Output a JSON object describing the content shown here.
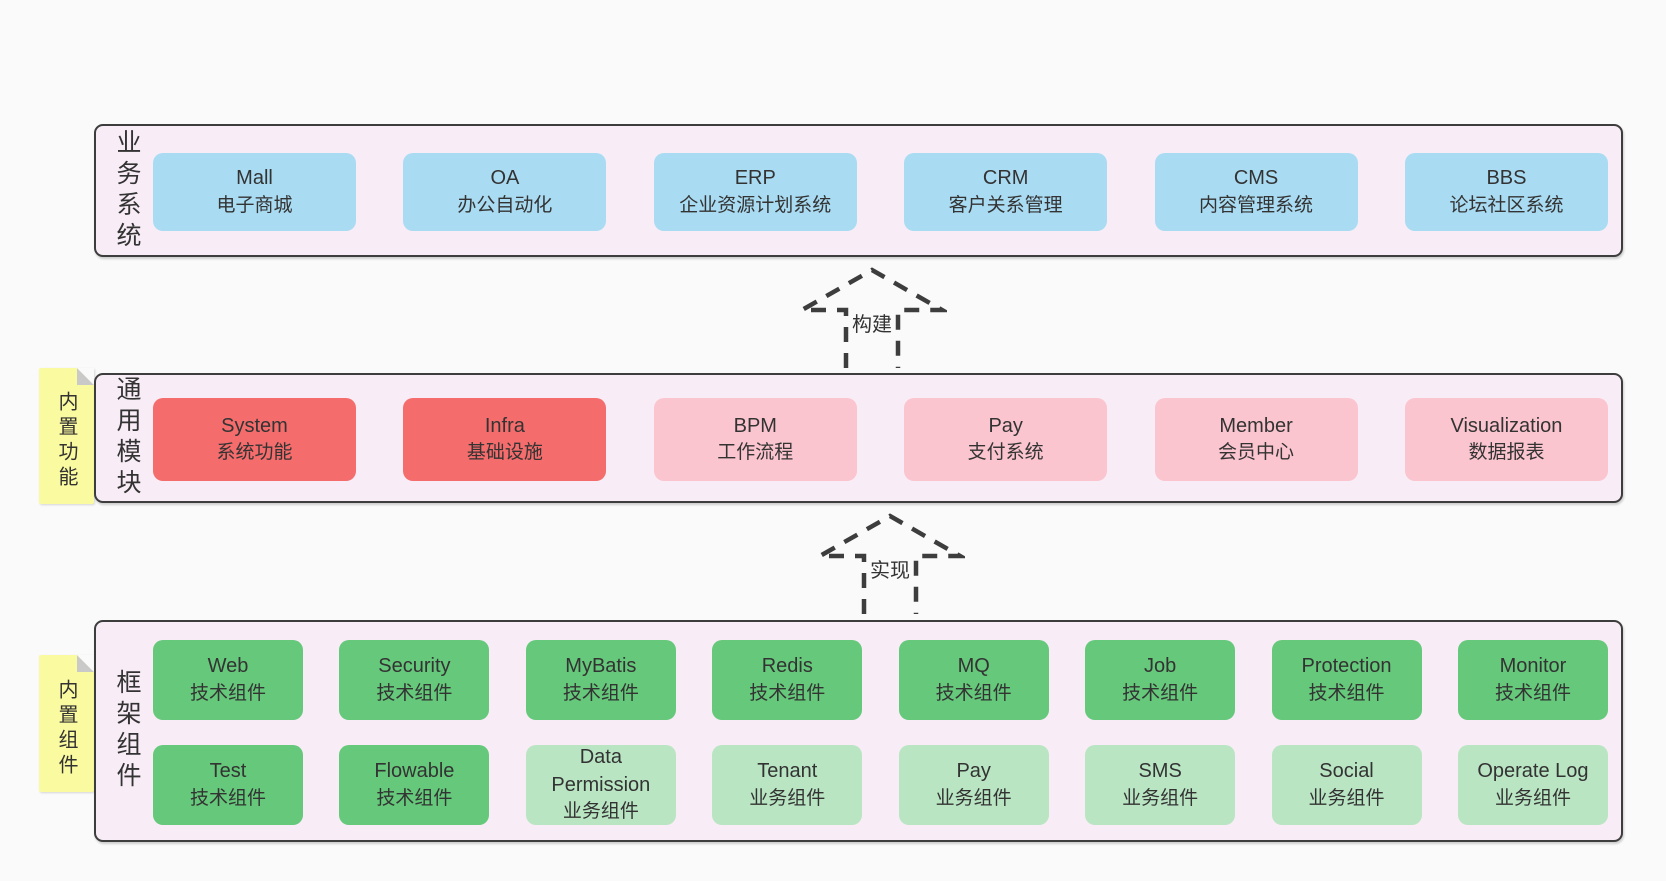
{
  "colors": {
    "page_bg": "#fafafa",
    "panel_bg": "#f8edf6",
    "panel_border": "#3d3d3d",
    "blue_box": "#a9dbf2",
    "red_box": "#f56c6c",
    "pink_box": "#fbc5cf",
    "green_box": "#65c87a",
    "light_green_box": "#b9e5c3",
    "sticky_yellow": "#fafaa0",
    "fold_gray": "#c9c9c9",
    "text": "#333333"
  },
  "stickies": [
    {
      "label": "内置功能"
    },
    {
      "label": "内置组件"
    }
  ],
  "arrows": [
    {
      "label": "构建"
    },
    {
      "label": "实现"
    }
  ],
  "sections": [
    {
      "label": "业务系统",
      "boxes": [
        {
          "title": "Mall",
          "subtitle": "电子商城",
          "variant": "blue"
        },
        {
          "title": "OA",
          "subtitle": "办公自动化",
          "variant": "blue"
        },
        {
          "title": "ERP",
          "subtitle": "企业资源计划系统",
          "variant": "blue"
        },
        {
          "title": "CRM",
          "subtitle": "客户关系管理",
          "variant": "blue"
        },
        {
          "title": "CMS",
          "subtitle": "内容管理系统",
          "variant": "blue"
        },
        {
          "title": "BBS",
          "subtitle": "论坛社区系统",
          "variant": "blue"
        }
      ]
    },
    {
      "label": "通用模块",
      "boxes": [
        {
          "title": "System",
          "subtitle": "系统功能",
          "variant": "red"
        },
        {
          "title": "Infra",
          "subtitle": "基础设施",
          "variant": "red"
        },
        {
          "title": "BPM",
          "subtitle": "工作流程",
          "variant": "pink"
        },
        {
          "title": "Pay",
          "subtitle": "支付系统",
          "variant": "pink"
        },
        {
          "title": "Member",
          "subtitle": "会员中心",
          "variant": "pink"
        },
        {
          "title": "Visualization",
          "subtitle": "数据报表",
          "variant": "pink"
        }
      ]
    },
    {
      "label": "框架组件",
      "rows": [
        [
          {
            "title": "Web",
            "subtitle": "技术组件",
            "variant": "green"
          },
          {
            "title": "Security",
            "subtitle": "技术组件",
            "variant": "green"
          },
          {
            "title": "MyBatis",
            "subtitle": "技术组件",
            "variant": "green"
          },
          {
            "title": "Redis",
            "subtitle": "技术组件",
            "variant": "green"
          },
          {
            "title": "MQ",
            "subtitle": "技术组件",
            "variant": "green"
          },
          {
            "title": "Job",
            "subtitle": "技术组件",
            "variant": "green"
          },
          {
            "title": "Protection",
            "subtitle": "技术组件",
            "variant": "green"
          },
          {
            "title": "Monitor",
            "subtitle": "技术组件",
            "variant": "green"
          }
        ],
        [
          {
            "title": "Test",
            "subtitle": "技术组件",
            "variant": "green"
          },
          {
            "title": "Flowable",
            "subtitle": "技术组件",
            "variant": "green"
          },
          {
            "title": "Data Permission",
            "subtitle": "业务组件",
            "variant": "green-light"
          },
          {
            "title": "Tenant",
            "subtitle": "业务组件",
            "variant": "green-light"
          },
          {
            "title": "Pay",
            "subtitle": "业务组件",
            "variant": "green-light"
          },
          {
            "title": "SMS",
            "subtitle": "业务组件",
            "variant": "green-light"
          },
          {
            "title": "Social",
            "subtitle": "业务组件",
            "variant": "green-light"
          },
          {
            "title": "Operate Log",
            "subtitle": "业务组件",
            "variant": "green-light"
          }
        ]
      ]
    }
  ]
}
